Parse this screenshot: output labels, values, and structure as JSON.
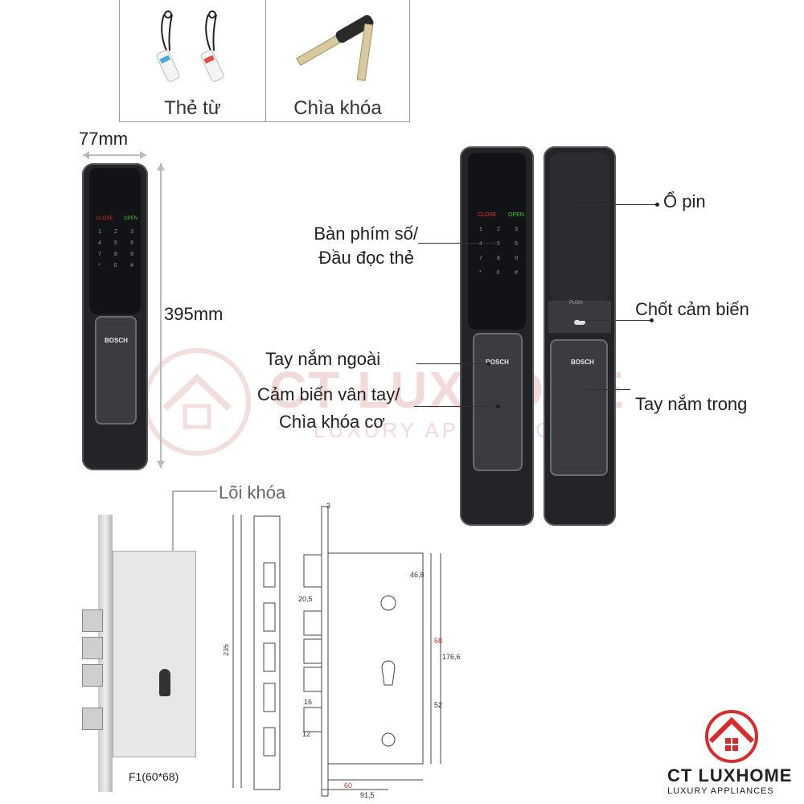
{
  "accessories": [
    {
      "caption": "Thẻ từ"
    },
    {
      "caption": "Chìa khóa"
    }
  ],
  "dimensions": {
    "width": "77mm",
    "height": "395mm"
  },
  "lock_front": {
    "status_close": "CLOSE",
    "status_open": "OPEN",
    "brand": "BOSCH",
    "keys": [
      [
        "1",
        "2",
        "3"
      ],
      [
        "4",
        "5",
        "6"
      ],
      [
        "7",
        "8",
        "9"
      ],
      [
        "*",
        "0",
        "#"
      ]
    ]
  },
  "lock_back": {
    "brand": "BOSCH",
    "push": "PUSH"
  },
  "callouts": {
    "keypad_line1": "Bàn phím số/",
    "keypad_line2": "Đầu đọc thẻ",
    "outer_handle": "Tay nắm ngoài",
    "fingerprint_line1": "Cảm biến vân tay/",
    "fingerprint_line2": "Chìa khóa cơ",
    "battery": "Ổ pin",
    "sensor_latch": "Chốt cảm biến",
    "inner_handle": "Tay nắm trong",
    "lock_core": "Lõi khóa"
  },
  "mortise": {
    "model": "F1(60*68)"
  },
  "drawing": {
    "dims": [
      "3",
      "46,8",
      "20,5",
      "68",
      "176,6",
      "52",
      "16",
      "12",
      "60",
      "91,5",
      "235"
    ]
  },
  "watermark": {
    "line1": "CT LUXHOME",
    "line2": "LUXURY APPLIANCES"
  },
  "logo": {
    "name": "CT LUXHOME",
    "tagline": "LUXURY APPLIANCES",
    "color": "#d92b2b"
  }
}
